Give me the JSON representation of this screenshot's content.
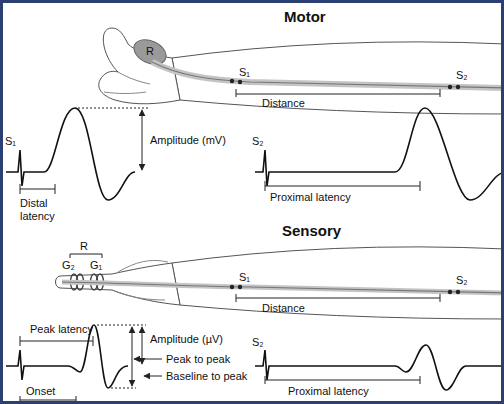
{
  "diagram": {
    "labels": [
      "Motor",
      "R",
      "S₁",
      "S₂",
      "Distance",
      "S₁",
      "Amplitude (mV)",
      "Distal latency",
      "S₂",
      "Proximal latency",
      "Sensory",
      "R",
      "G₂",
      "G₁",
      "S₁",
      "S₂",
      "Distance",
      "Peak latency",
      "Amplitude (µV)",
      "Peak to peak",
      "Baseline to peak",
      "Onset",
      "S₂",
      "Proximal latency"
    ]
  }
}
